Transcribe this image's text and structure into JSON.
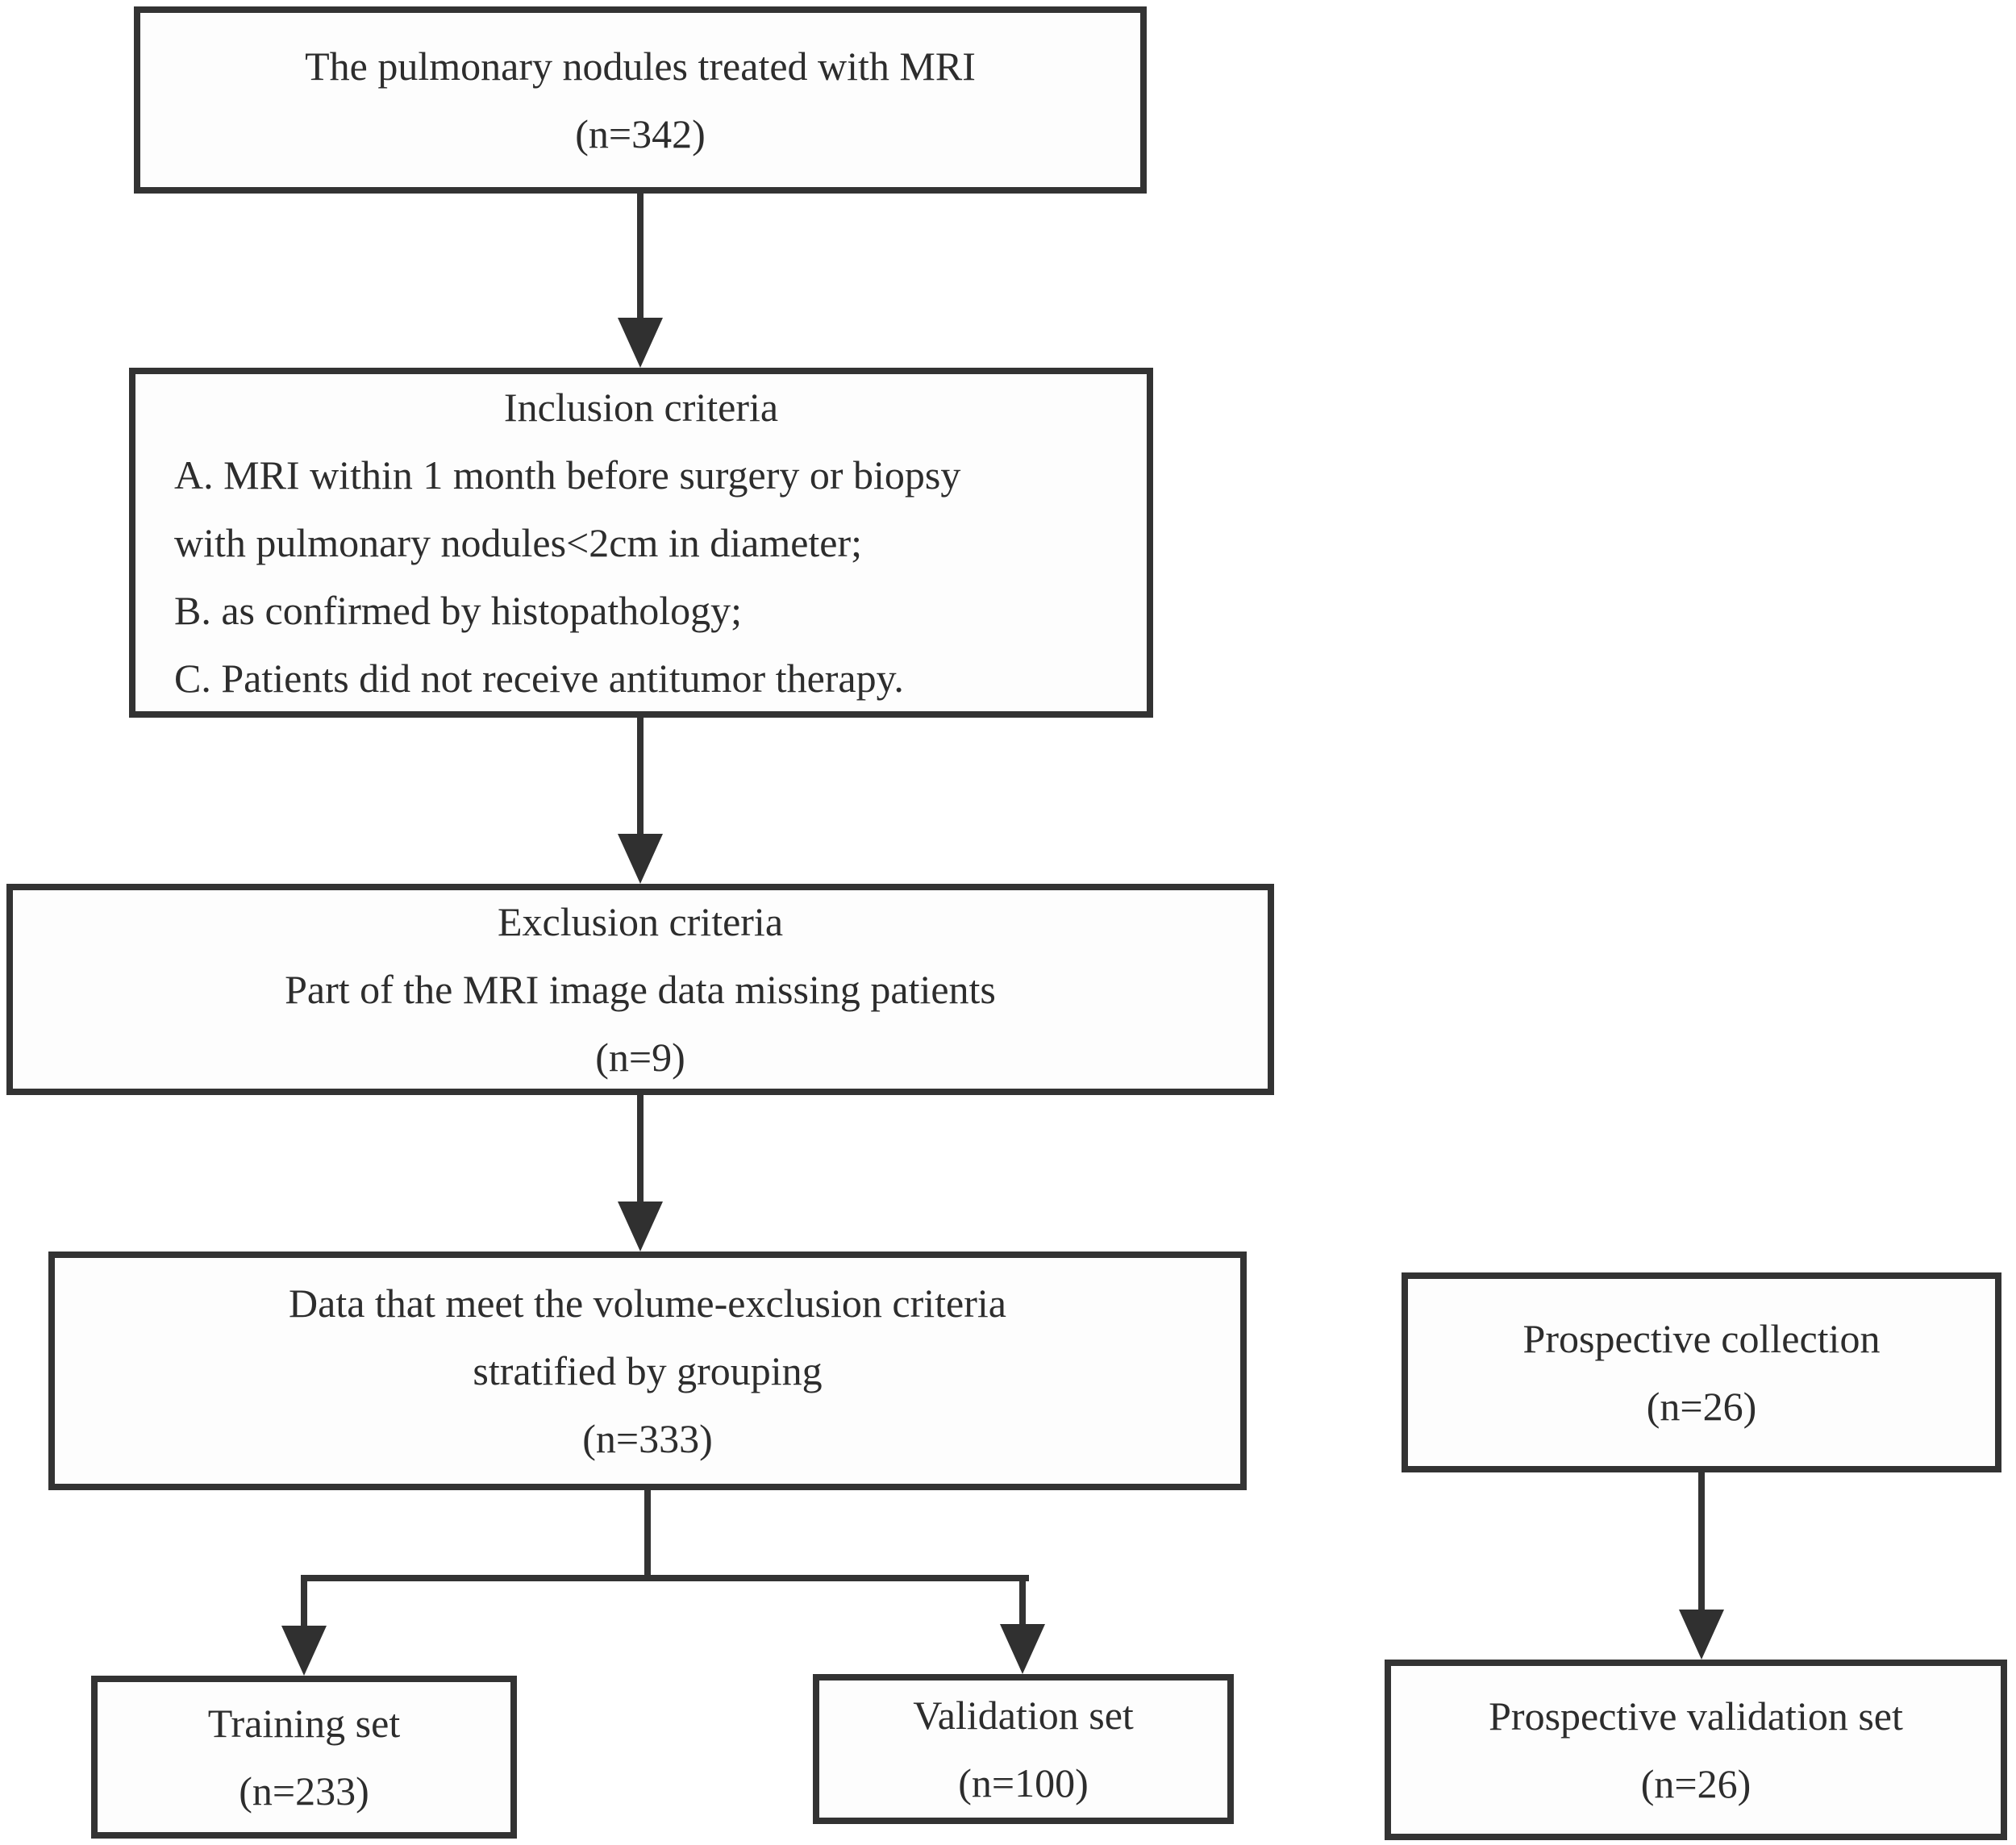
{
  "diagram": {
    "type": "flowchart",
    "colors": {
      "box_border": "#333333",
      "connector": "#333333",
      "text": "#2d2d2d",
      "background": "#ffffff"
    },
    "boxes": {
      "mri": {
        "lines": [
          "The pulmonary nodules treated with MRI",
          "(n=342)"
        ]
      },
      "inclusion": {
        "title": "Inclusion criteria",
        "items": [
          "A. MRI within 1 month before surgery or biopsy",
          "with pulmonary nodules<2cm in diameter;",
          "B. as confirmed by histopathology;",
          "C. Patients did not receive antitumor therapy."
        ]
      },
      "exclusion": {
        "lines": [
          "Exclusion criteria",
          "Part of the MRI image data missing patients",
          "(n=9)"
        ]
      },
      "grouped": {
        "lines": [
          "Data that meet the volume-exclusion criteria",
          "stratified by grouping",
          "(n=333)"
        ]
      },
      "prospective_collection": {
        "lines": [
          "Prospective collection",
          "(n=26)"
        ]
      },
      "training": {
        "lines": [
          "Training set",
          "(n=233)"
        ]
      },
      "validation": {
        "lines": [
          "Validation set",
          "(n=100)"
        ]
      },
      "prospective_validation": {
        "lines": [
          "Prospective validation set",
          "(n=26)"
        ]
      }
    }
  }
}
